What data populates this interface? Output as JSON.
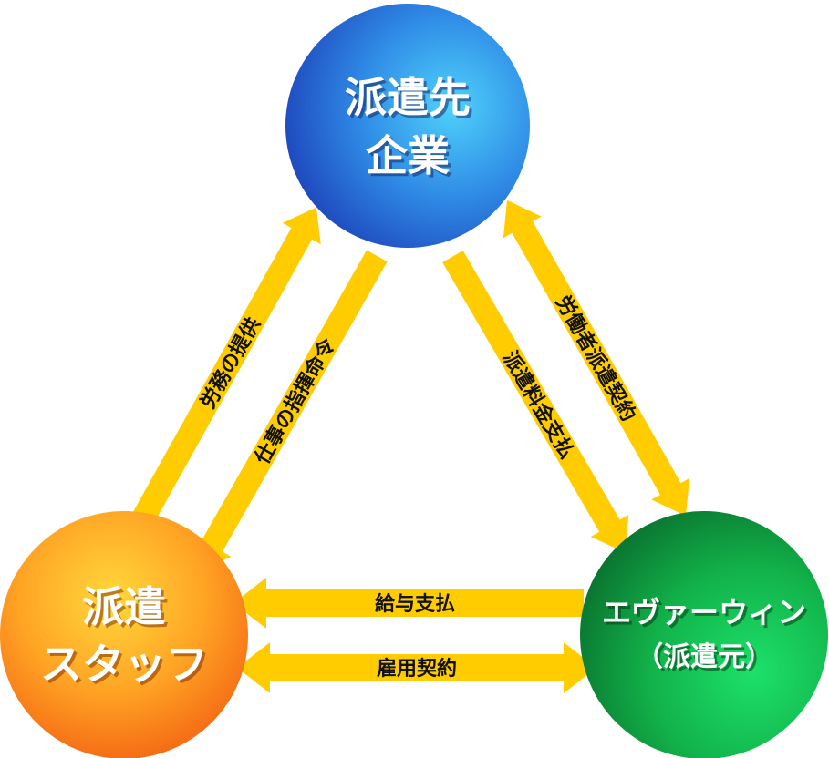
{
  "nodes": {
    "client": {
      "line1": "派遣先",
      "line2": "企業"
    },
    "staff": {
      "line1": "派遣",
      "line2": "スタッフ"
    },
    "agency": {
      "line1": "エヴァーウィン",
      "line2": "（派遣元）"
    }
  },
  "arrows": {
    "labor_provision": "労務の提供",
    "work_instruction": "仕事の指揮命令",
    "dispatch_fee_payment": "派遣料金支払",
    "worker_dispatch_contract": "労働者派遣契約",
    "salary_payment": "給与支払",
    "employment_contract": "雇用契約"
  },
  "colors": {
    "arrow": "#ffcc00",
    "client_circle": "#2a72dc",
    "staff_circle": "#ff8a1c",
    "agency_circle": "#13a84a"
  }
}
